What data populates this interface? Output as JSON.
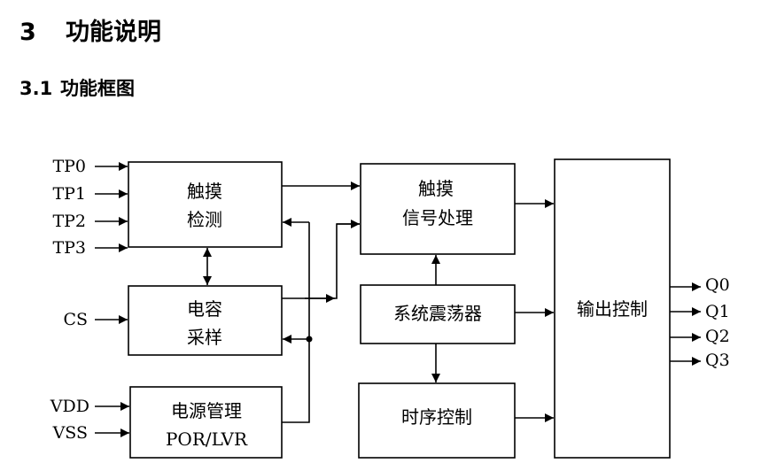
{
  "section": {
    "number": "3",
    "title": "功能说明"
  },
  "subsection": {
    "number": "3.1",
    "title": "功能框图"
  },
  "pins": {
    "inputs": [
      "TP0",
      "TP1",
      "TP2",
      "TP3",
      "CS",
      "VDD",
      "VSS"
    ],
    "outputs": [
      "Q0",
      "Q1",
      "Q2",
      "Q3"
    ]
  },
  "blocks": {
    "touch_detect": [
      "触摸",
      "检测"
    ],
    "cap_sampling": [
      "电容",
      "采样"
    ],
    "power_mgmt": [
      "电源管理",
      "POR/LVR"
    ],
    "touch_signal": [
      "触摸",
      "信号处理"
    ],
    "oscillator": [
      "系统震荡器"
    ],
    "timing_ctrl": [
      "时序控制"
    ],
    "output_ctrl": [
      "输出控制"
    ]
  }
}
